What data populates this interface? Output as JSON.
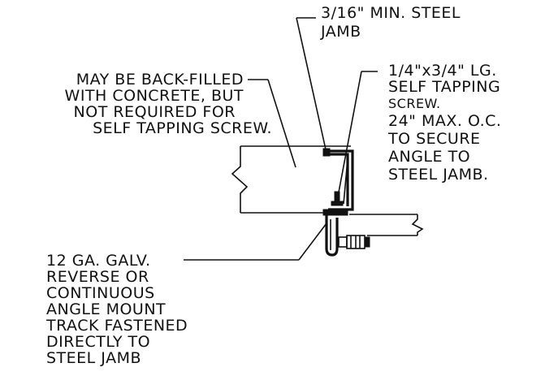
{
  "notes": {
    "jamb": [
      "3/16\" MIN. STEEL",
      "JAMB"
    ],
    "backfill": [
      "MAY BE BACK-FILLED",
      "WITH CONCRETE, BUT",
      "NOT REQUIRED FOR",
      "SELF TAPPING SCREW."
    ],
    "screw": [
      "1/4\"x3/4\" LG.",
      "SELF TAPPING",
      "SCREW.",
      "24\" MAX. O.C.",
      "TO SECURE",
      "ANGLE TO",
      "STEEL JAMB."
    ],
    "track": [
      "12 GA. GALV.",
      "REVERSE OR",
      "CONTINUOUS",
      "ANGLE MOUNT",
      "TRACK FASTENED",
      "DIRECTLY TO",
      "STEEL JAMB"
    ]
  },
  "colors": {
    "ink": "#111111",
    "paper": "#ffffff"
  }
}
